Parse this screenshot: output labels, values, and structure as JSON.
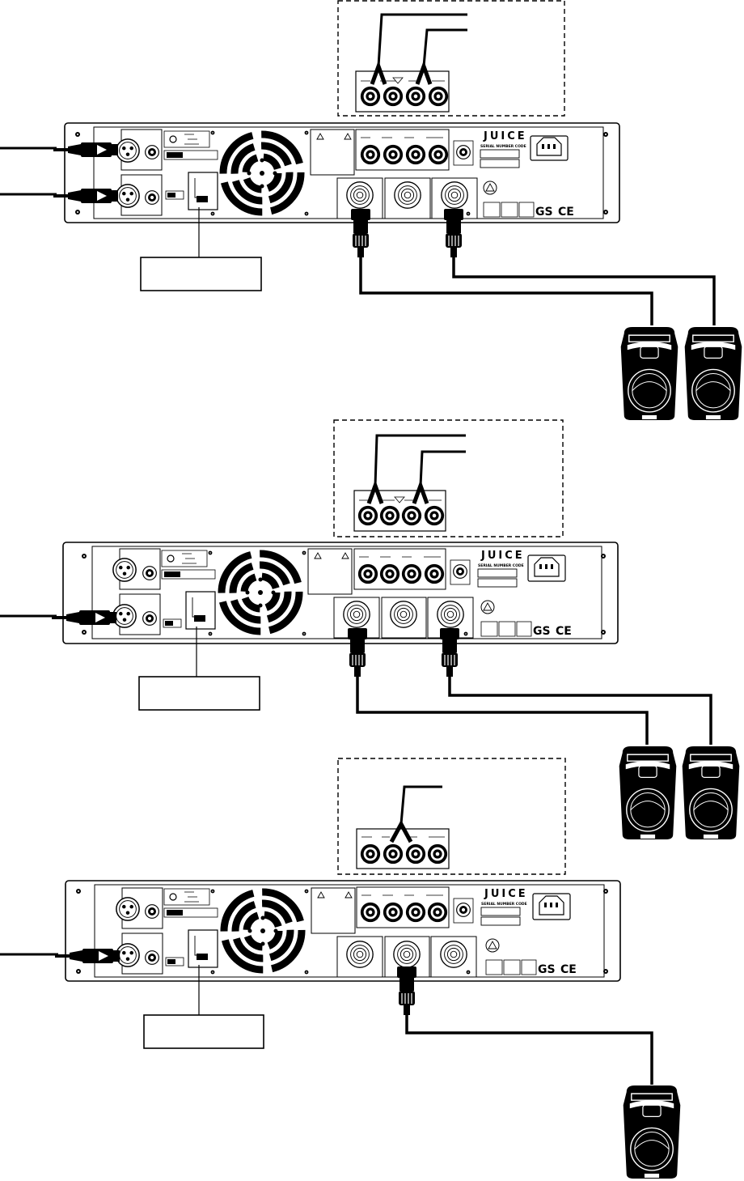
{
  "brand": {
    "logo": "JUICE",
    "serial_label": "SERIAL NUMBER CODE",
    "ce_mark": "CE",
    "gs_mark": "GS"
  },
  "diagrams": [
    {
      "id": "stereo",
      "input_cables": 2,
      "speakers": 2,
      "speakon_outputs": [
        0,
        2
      ],
      "binding_post_wiring": "stereo",
      "mode_switch_position": "stereo",
      "callout_text": ""
    },
    {
      "id": "parallel",
      "input_cables": 1,
      "speakers": 2,
      "speakon_outputs": [
        0,
        2
      ],
      "binding_post_wiring": "parallel",
      "mode_switch_position": "parallel",
      "callout_text": ""
    },
    {
      "id": "bridge",
      "input_cables": 1,
      "speakers": 1,
      "speakon_outputs": [
        1
      ],
      "binding_post_wiring": "bridge",
      "mode_switch_position": "bridge",
      "callout_text": ""
    }
  ],
  "colors": {
    "ink": "#000000",
    "paper": "#ffffff"
  }
}
